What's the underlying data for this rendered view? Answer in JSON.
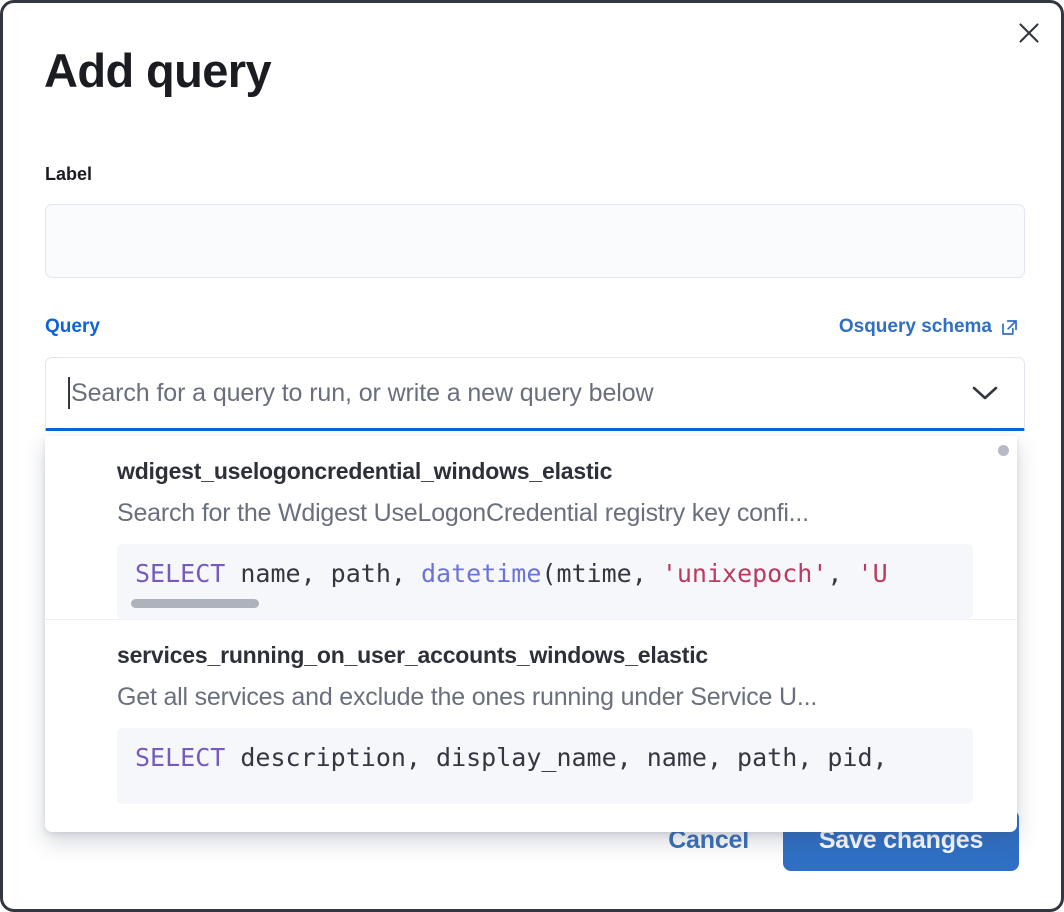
{
  "modal": {
    "title": "Add query",
    "close_icon": "close-icon"
  },
  "label_field": {
    "label": "Label",
    "value": "",
    "placeholder": ""
  },
  "query_field": {
    "label": "Query",
    "schema_link_text": "Osquery schema",
    "schema_link_icon": "external-link-icon",
    "placeholder": "Search for a query to run, or write a new query below",
    "value": "",
    "chevron_icon": "chevron-down-icon"
  },
  "dropdown": {
    "scroll_indicator": "scroll-dot",
    "options": [
      {
        "title": "wdigest_uselogoncredential_windows_elastic",
        "description": "Search for the Wdigest UseLogonCredential registry key confi...",
        "code_tokens": [
          {
            "text": "SELECT",
            "type": "keyword"
          },
          {
            "text": " name, path, ",
            "type": "plain"
          },
          {
            "text": "datetime",
            "type": "function"
          },
          {
            "text": "(mtime, ",
            "type": "plain"
          },
          {
            "text": "'unixepoch'",
            "type": "string"
          },
          {
            "text": ", ",
            "type": "plain"
          },
          {
            "text": "'U",
            "type": "string"
          }
        ],
        "has_code_scrollbar": true
      },
      {
        "title": "services_running_on_user_accounts_windows_elastic",
        "description": "Get all services and exclude the ones running under Service U...",
        "code_tokens": [
          {
            "text": "SELECT",
            "type": "keyword"
          },
          {
            "text": " description, display_name, name, path, pid,",
            "type": "plain"
          }
        ],
        "has_code_scrollbar": false
      }
    ]
  },
  "footer": {
    "cancel_label": "Cancel",
    "save_label": "Save changes"
  },
  "colors": {
    "accent_blue": "#2f6fc4",
    "link_blue": "#0b64dd",
    "text_dark": "#1a1c21",
    "text_muted": "#6a6f7d",
    "code_bg": "#f6f7fb",
    "keyword": "#765bbd",
    "function": "#6b73d6",
    "string": "#bb3a5d"
  }
}
